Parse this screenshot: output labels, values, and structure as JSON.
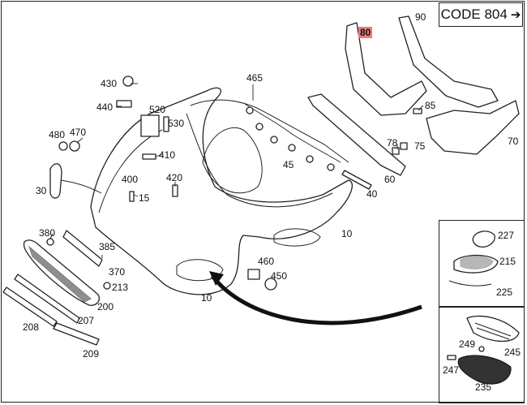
{
  "header": {
    "code_label": "CODE 804",
    "arrow_glyph": "➔"
  },
  "highlight_color": "#ee7a7a",
  "callouts": {
    "c90": "90",
    "c80": "80",
    "c85": "85",
    "c70": "70",
    "c465": "465",
    "c430": "430",
    "c440": "440",
    "c520": "520",
    "c530": "530",
    "c480": "480",
    "c470": "470",
    "c410": "410",
    "c400": "400",
    "c15": "15",
    "c420": "420",
    "c30": "30",
    "c45": "45",
    "c78": "78",
    "c75": "75",
    "c60": "60",
    "c40": "40",
    "c10a": "10",
    "c10b": "10",
    "c380": "380",
    "c385": "385",
    "c370": "370",
    "c213": "213",
    "c200": "200",
    "c207": "207",
    "c208": "208",
    "c209": "209",
    "c460": "460",
    "c450": "450",
    "c227": "227",
    "c215": "215",
    "c225": "225",
    "c249": "249",
    "c245": "245",
    "c247": "247",
    "c235": "235"
  }
}
